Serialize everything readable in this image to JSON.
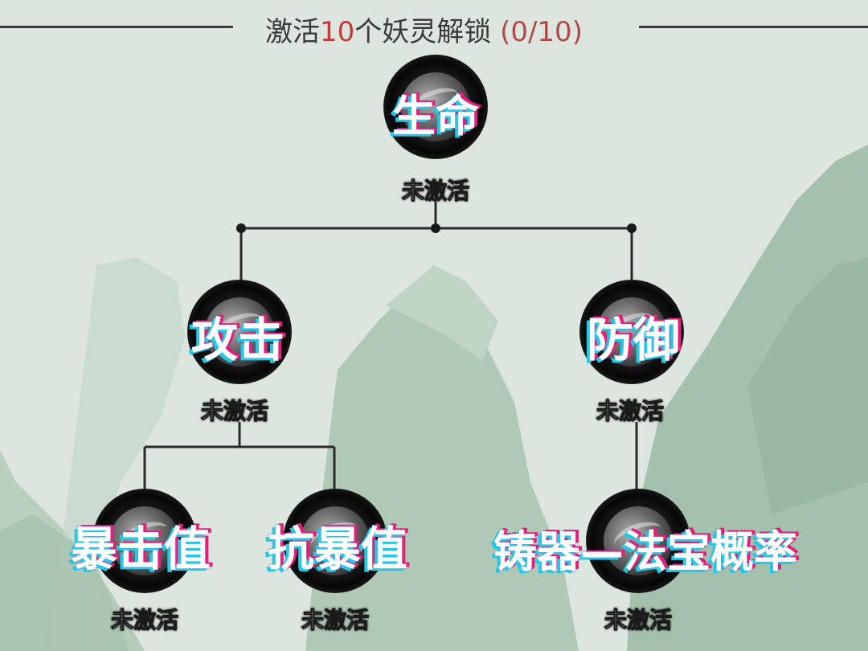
{
  "header": {
    "prefix": "激活",
    "count": "10",
    "suffix": "个妖灵解锁",
    "progress": "(0/10)"
  },
  "nodes": [
    {
      "id": "life",
      "label": "生命",
      "status": "未激活"
    },
    {
      "id": "attack",
      "label": "攻击",
      "status": "未激活"
    },
    {
      "id": "defense",
      "label": "防御",
      "status": "未激活"
    },
    {
      "id": "crit",
      "label": "暴击值",
      "status": "未激活"
    },
    {
      "id": "anti-crit",
      "label": "抗暴值",
      "status": "未激活"
    },
    {
      "id": "forge",
      "label": "铸器—法宝概率",
      "status": "未激活"
    }
  ],
  "colors": {
    "background": "#dde6de",
    "mountains": "#a9c4b2",
    "count": "#c23a3a",
    "progress": "#b04a4a",
    "label_cyan": "#26c6e8",
    "label_magenta": "#e0207a"
  }
}
